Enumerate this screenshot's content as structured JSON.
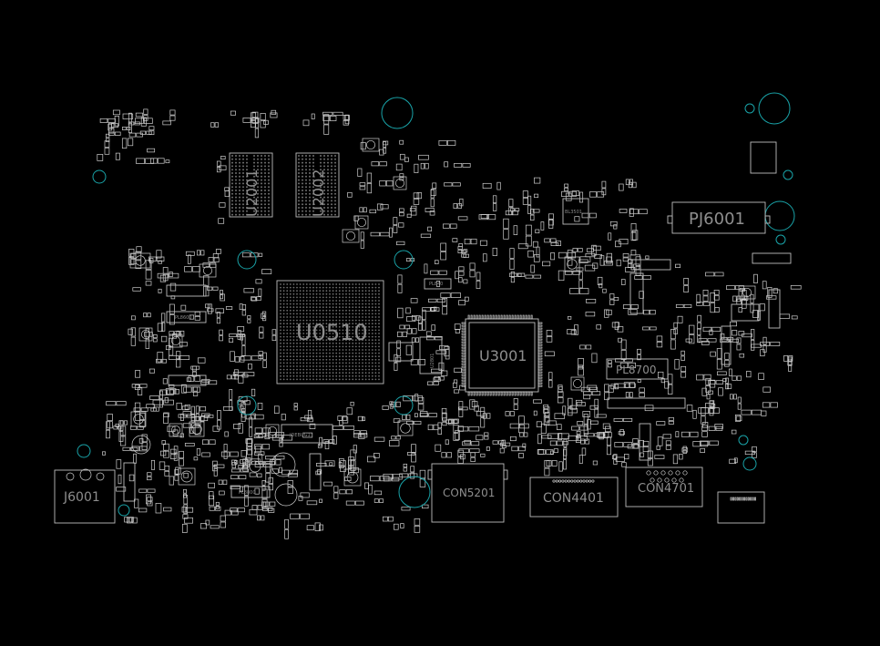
{
  "board": {
    "background": "#000000",
    "outline_color": "#bdbdbd",
    "label_color": "#8e8e8e",
    "hole_color": "#19a3a8"
  },
  "components": {
    "u0510": "U0510",
    "u3001": "U3001",
    "u2001": "U2001",
    "u2002": "U2002",
    "u2801": "U2801",
    "pj6001": "PJ6001",
    "j6001": "J6001",
    "con5201": "CON5201",
    "con4401": "CON4401",
    "con4701": "CON4701",
    "jdebug1": "JDEBUG1",
    "pl8700": "PL8700",
    "pl8600": "PL8600",
    "pl8800": "PL8800",
    "pl840": "PL840",
    "bl3501": "BL3501"
  }
}
